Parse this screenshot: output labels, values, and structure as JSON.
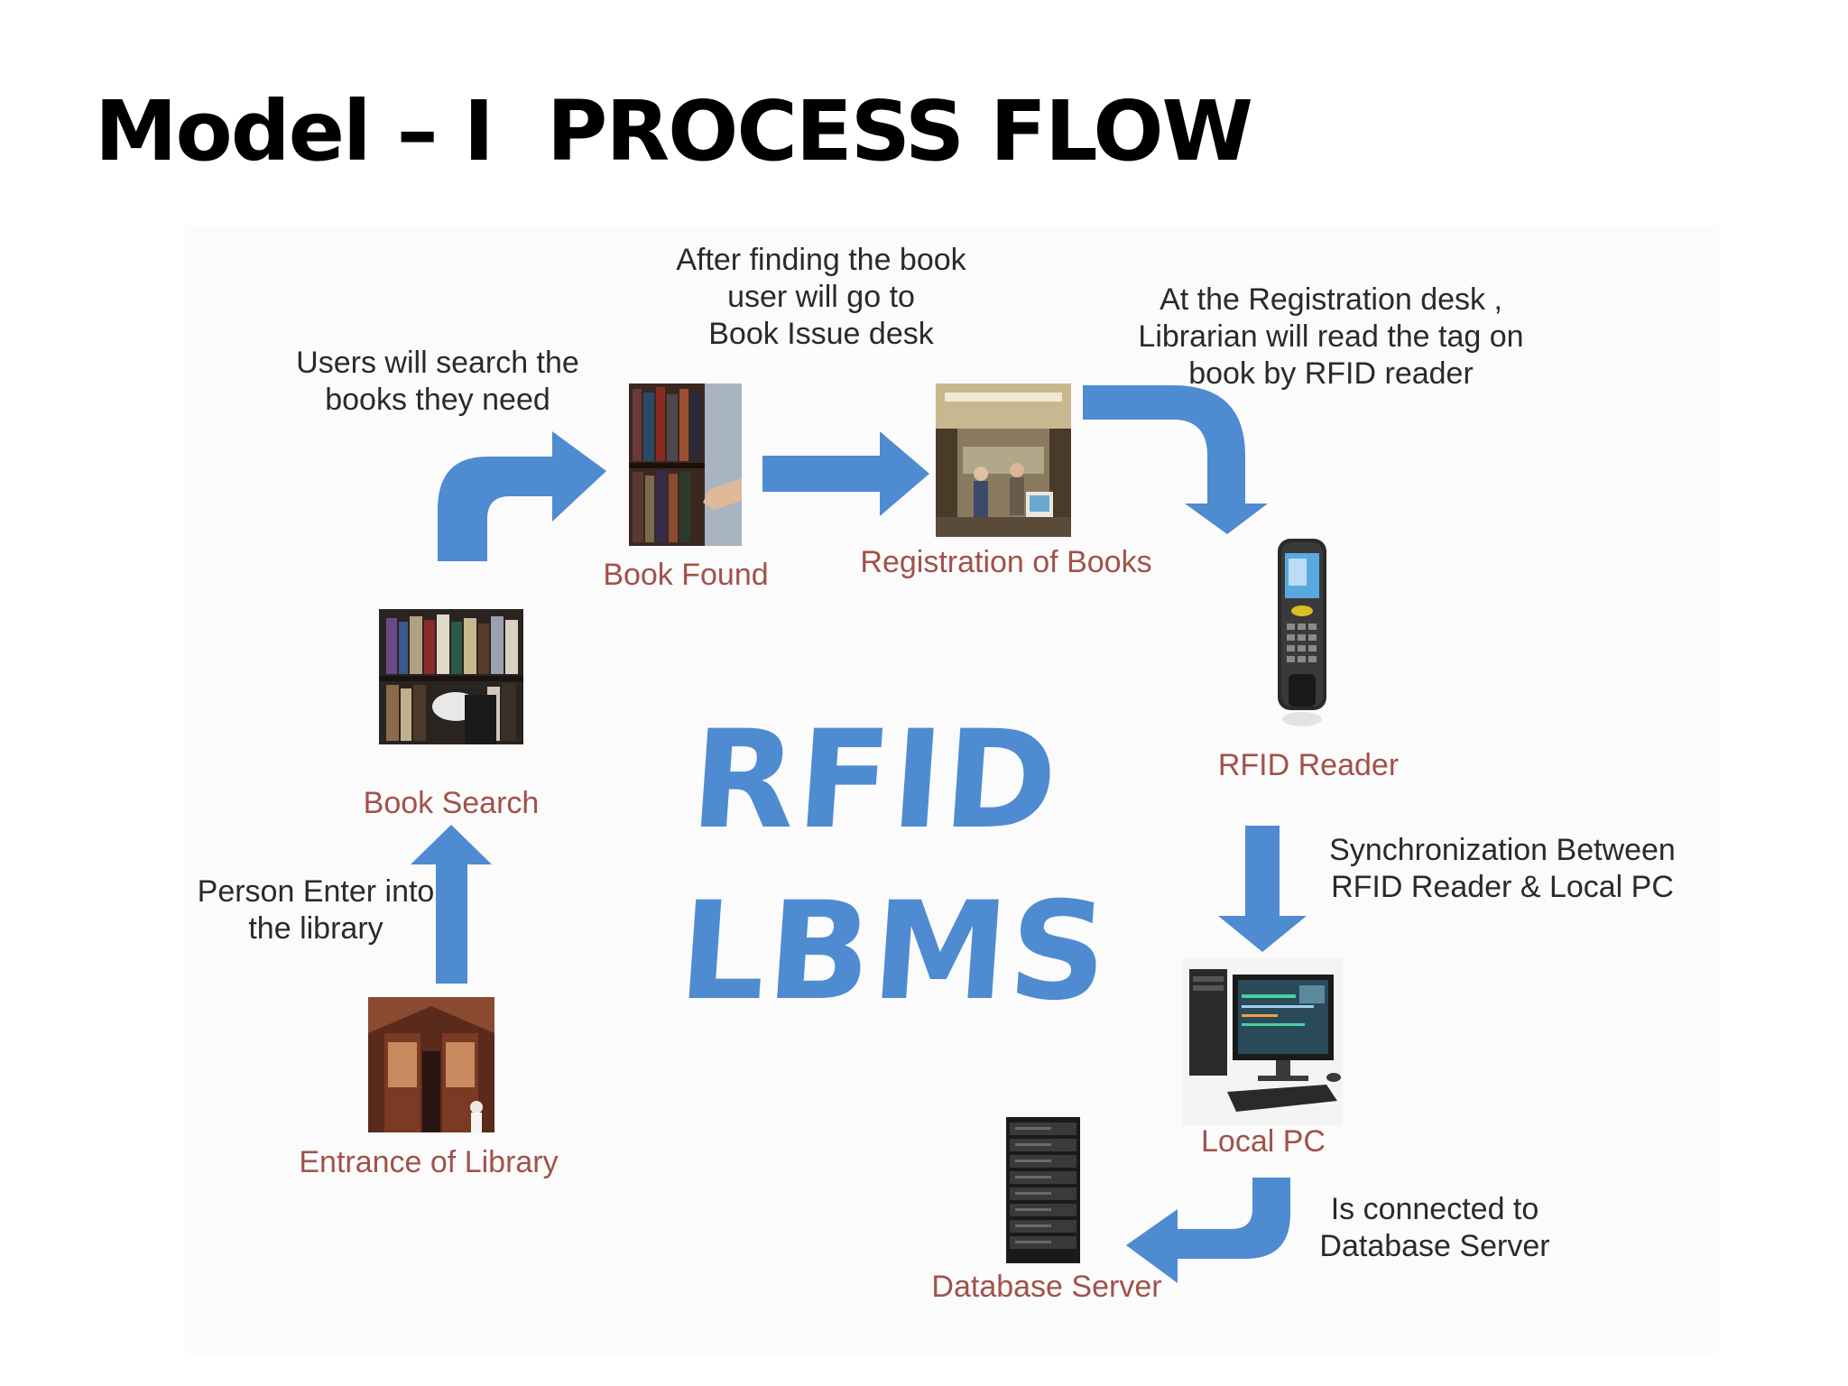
{
  "slide": {
    "title": "Model – I  PROCESS FLOW"
  },
  "diagram": {
    "center_text": "RFID\nLBMS",
    "accent_color": "#4f8bd1",
    "label_color": "#a0524a",
    "nodes": {
      "entrance": {
        "label": "Entrance of Library",
        "icon": "library-entrance-photo"
      },
      "book_search": {
        "label": "Book Search",
        "icon": "book-search-photo"
      },
      "book_found": {
        "label": "Book Found",
        "icon": "bookshelf-photo"
      },
      "registration": {
        "label": "Registration of Books",
        "icon": "registration-desk-photo"
      },
      "rfid_reader": {
        "label": "RFID Reader",
        "icon": "handheld-rfid-reader-icon"
      },
      "local_pc": {
        "label": "Local PC",
        "icon": "desktop-pc-icon"
      },
      "db_server": {
        "label": "Database Server",
        "icon": "server-rack-icon"
      }
    },
    "captions": {
      "enter": "Person Enter into\nthe library",
      "search": "Users will search the\nbooks they need",
      "found": "After finding the book\nuser will go to\nBook Issue desk",
      "registration": "At the Registration  desk ,\nLibrarian will read the tag on\nbook by RFID reader",
      "sync": "Synchronization  Between\nRFID  Reader &  Local PC",
      "connected": "Is connected to\nDatabase Server"
    }
  }
}
